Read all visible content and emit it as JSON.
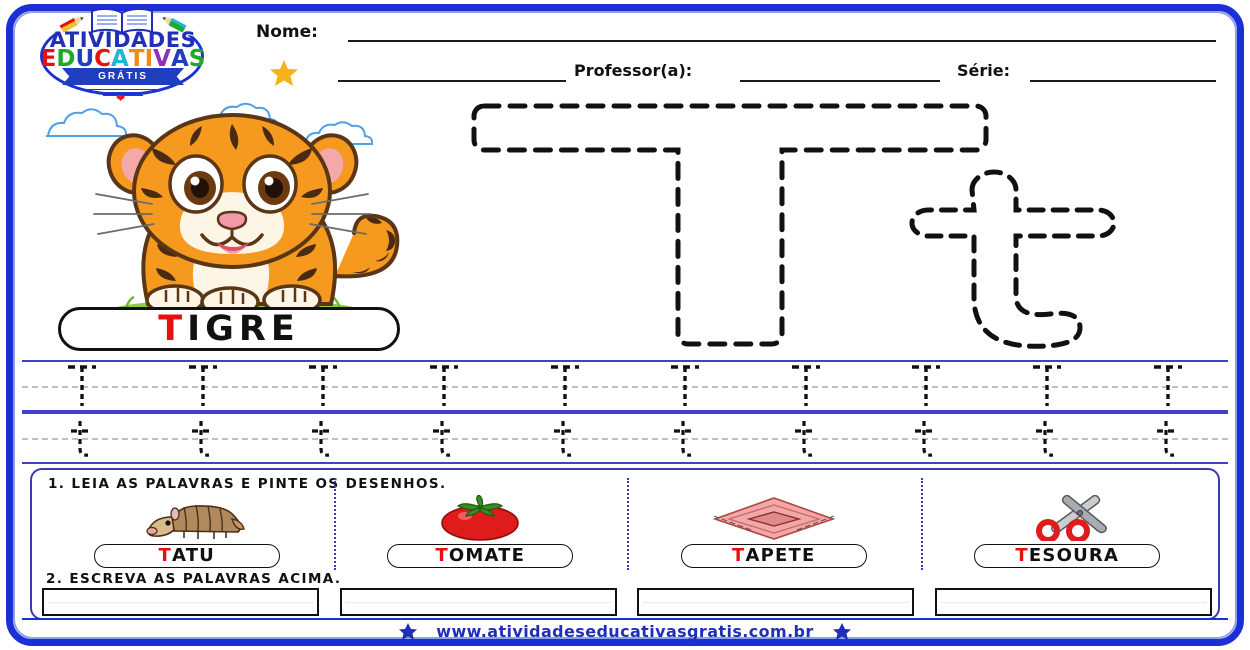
{
  "logo": {
    "line1": "ATIVIDADES",
    "line2_letters": [
      {
        "ch": "E",
        "color": "#e8100f"
      },
      {
        "ch": "D",
        "color": "#1fa82b"
      },
      {
        "ch": "U",
        "color": "#1f3fc0"
      },
      {
        "ch": "C",
        "color": "#e8100f"
      },
      {
        "ch": "A",
        "color": "#21b6d8"
      },
      {
        "ch": "T",
        "color": "#f08a14"
      },
      {
        "ch": "I",
        "color": "#f08a14"
      },
      {
        "ch": "V",
        "color": "#8f2fc0"
      },
      {
        "ch": "A",
        "color": "#1f3fc0"
      },
      {
        "ch": "S",
        "color": "#1fa82b"
      }
    ],
    "ribbon": "GRÁTIS",
    "book_icon": "open-book-icon",
    "heart_icon": "heart-icon",
    "pencil_icon": "pencil-icon"
  },
  "header": {
    "nome_label": "Nome:",
    "professor_label": "Professor(a):",
    "serie_label": "Série:",
    "star_icon": "star-icon"
  },
  "illustration": {
    "subject": "tiger-cub-illustration",
    "clouds": "cloud-icon",
    "grass": "grass-strip"
  },
  "main_word": {
    "first_letter": "T",
    "rest": "IGRE",
    "first_letter_color": "#e8100f"
  },
  "tracing": {
    "big_uppercase": "T",
    "big_lowercase": "t",
    "row_uppercase": {
      "letter": "T",
      "count": 10
    },
    "row_lowercase": {
      "letter": "t",
      "count": 10
    },
    "guide_line_color": "#4040c8",
    "mid_line_color": "#bfbfbf",
    "dash_color": "#111111"
  },
  "exercises": {
    "task1": "1. LEIA AS PALAVRAS E PINTE OS DESENHOS.",
    "task2": "2. ESCREVA AS PALAVRAS ACIMA.",
    "items": [
      {
        "first": "T",
        "rest": "ATU",
        "art": "armadillo-icon"
      },
      {
        "first": "T",
        "rest": "OMATE",
        "art": "tomato-icon"
      },
      {
        "first": "T",
        "rest": "APETE",
        "art": "rug-icon"
      },
      {
        "first": "T",
        "rest": "ESOURA",
        "art": "scissors-icon"
      }
    ],
    "answer_boxes": [
      "",
      "",
      "",
      ""
    ]
  },
  "footer": {
    "url": "www.atividadeseducativasgratis.com.br",
    "star_icon": "star-icon",
    "star_color": "#1f2fb8"
  },
  "colors": {
    "frame_blue": "#1a2fd4",
    "accent_red": "#e8100f",
    "star_gold": "#f5b219"
  }
}
